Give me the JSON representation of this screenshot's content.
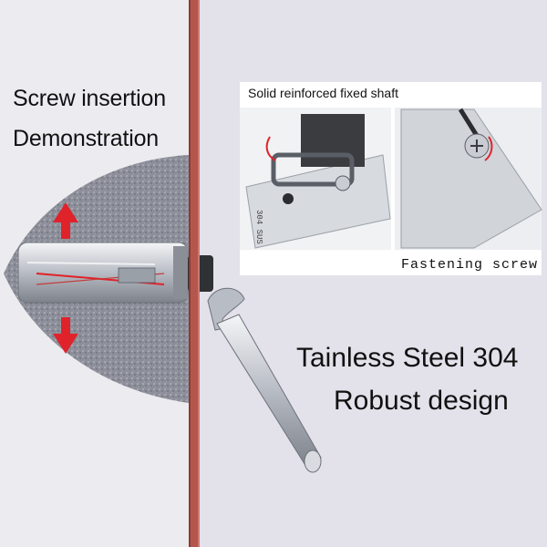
{
  "left_caption": {
    "line1": "Screw insertion",
    "line2": "Demonstration"
  },
  "photo_panel": {
    "top_label": "Solid reinforced fixed shaft",
    "bottom_label": "Fastening screw",
    "stamp": "304 SUS"
  },
  "features": {
    "line1": "Tainless Steel 304",
    "line2": "Robust design"
  },
  "colors": {
    "wall": "#b5564d",
    "arrow": "#e0222a",
    "concrete": "#8c8f99",
    "steel": "#c9ccd2"
  },
  "icons": [
    "expansion-bolt-icon",
    "adjustable-wrench-icon",
    "arrow-up-icon",
    "arrow-down-icon",
    "phillips-screw-icon",
    "hinge-bracket-icon"
  ]
}
